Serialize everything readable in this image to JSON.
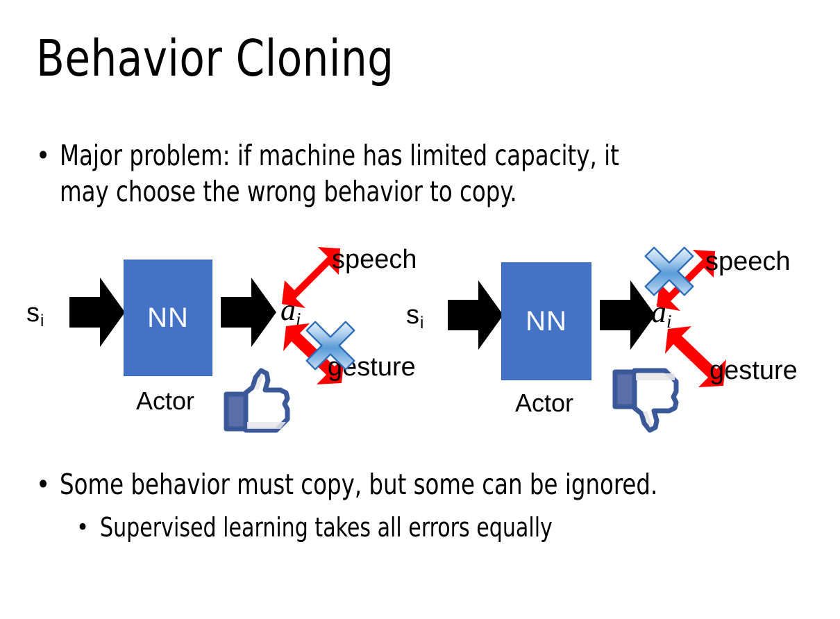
{
  "slide": {
    "title": "Behavior Cloning",
    "background_color": "#FFFFFF"
  },
  "bullets": [
    {
      "marker": "•",
      "level": 1,
      "line1": "Major problem: if machine has limited capacity, it",
      "line2": "may choose the wrong behavior to copy."
    },
    {
      "marker": "•",
      "level": 1,
      "text": "Some behavior must copy, but some can be ignored."
    },
    {
      "marker": "•",
      "level": 2,
      "text": "Supervised learning takes all errors equally"
    }
  ],
  "diagrams": [
    {
      "id": "left",
      "input_label": "s",
      "input_subscript": "i",
      "box_label": "NN",
      "box_caption": "Actor",
      "output_label": "â",
      "output_subscript": "i",
      "branch_top_label": "speech",
      "branch_bottom_label": "gesture",
      "crossed_branch": "gesture",
      "feedback_icon": "thumbs-up-icon"
    },
    {
      "id": "right",
      "input_label": "s",
      "input_subscript": "i",
      "box_label": "NN",
      "box_caption": "Actor",
      "output_label": "â",
      "output_subscript": "i",
      "branch_top_label": "speech",
      "branch_bottom_label": "gesture",
      "crossed_branch": "speech",
      "feedback_icon": "thumbs-down-icon"
    }
  ],
  "colors": {
    "nn_box_fill": "#4472C4",
    "nn_box_border": "#3A63AE",
    "nn_box_text": "#FFFFFF",
    "arrow_black": "#000000",
    "arrow_red": "#FF0000",
    "cross_blue_light": "#CFE2F7",
    "cross_blue_mid": "#6BA5DE",
    "cross_blue_dark": "#2B6CB8",
    "thumb_outline": "#3B5998",
    "thumb_fill": "#FFFFFF",
    "thumb_cuff": "#5B6EA8",
    "text_black": "#000000"
  }
}
